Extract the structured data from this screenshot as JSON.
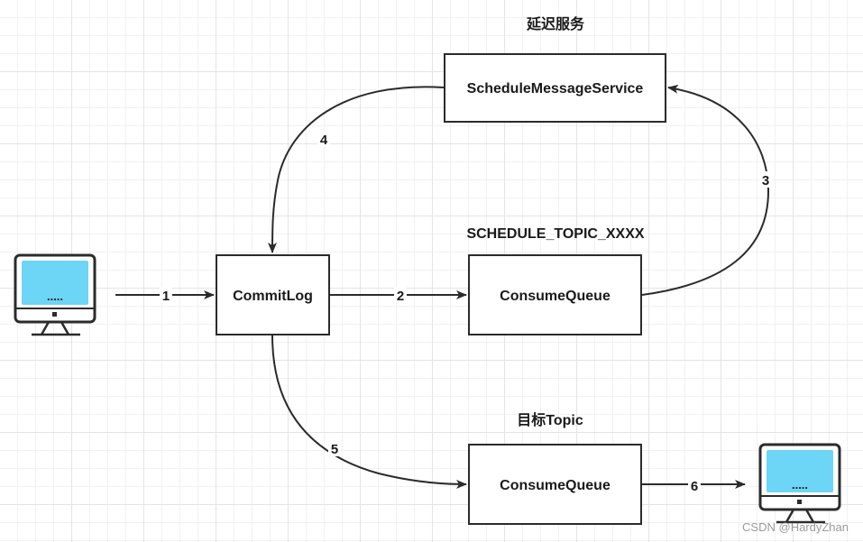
{
  "headings": {
    "delay_service": "延迟服务",
    "schedule_topic": "SCHEDULE_TOPIC_XXXX",
    "target_topic": "目标Topic"
  },
  "nodes": {
    "schedule_service": "ScheduleMessageService",
    "commitlog": "CommitLog",
    "consumequeue_schedule": "ConsumeQueue",
    "consumequeue_target": "ConsumeQueue"
  },
  "edges": {
    "e1": "1",
    "e2": "2",
    "e3": "3",
    "e4": "4",
    "e5": "5",
    "e6": "6"
  },
  "computers": {
    "producer_screen": ".....",
    "consumer_screen": "....."
  },
  "colors": {
    "screen": "#6dd5f5",
    "stroke": "#2b2b2b"
  },
  "watermark": "CSDN @HardyZhan"
}
